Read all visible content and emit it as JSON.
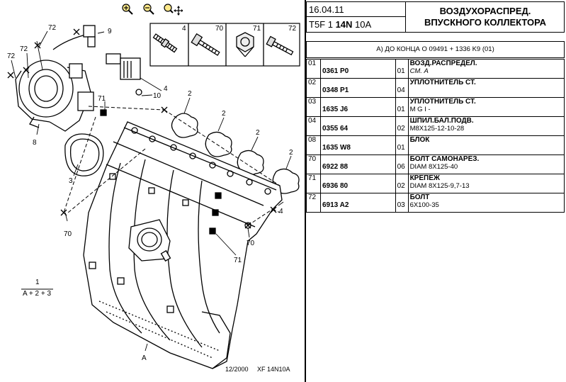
{
  "toolbar": {
    "zoom_in_icon": "zoom-in-icon",
    "zoom_out_icon": "zoom-out-icon",
    "pan_zoom_icon": "pan-zoom-icon"
  },
  "header": {
    "date": "16.04.11",
    "model_prefix": "T5F 1 ",
    "model_bold": "14N",
    "model_suffix": " 10A",
    "title_line1": "ВОЗДУХОРАСПРЕД.",
    "title_line2": "ВПУСКНОГО КОЛЛЕКТОРА",
    "note": "A) ДО КОНЦА О 09491 + 1336 K9 (01)"
  },
  "parts": [
    {
      "num": "01",
      "ref": "0361 P0",
      "qty": "01",
      "title": "ВОЗД.РАСПРЕДЕЛ.",
      "spec": "СМ. А",
      "italic": true
    },
    {
      "num": "02",
      "ref": "0348 P1",
      "qty": "04",
      "title": "УПЛОТНИТЕЛЬ СТ.",
      "spec": "",
      "italic": false
    },
    {
      "num": "03",
      "ref": "1635 J6",
      "qty": "01",
      "title": "УПЛОТНИТЕЛЬ СТ.",
      "spec": "M G I -",
      "italic": false
    },
    {
      "num": "04",
      "ref": "0355 64",
      "qty": "02",
      "title": "ШПИЛ.БАЛ.ПОДВ.",
      "spec": "M8X125-12-10-28",
      "italic": false
    },
    {
      "num": "08",
      "ref": "1635 W8",
      "qty": "01",
      "title": "БЛОК",
      "spec": "",
      "italic": false
    },
    {
      "num": "70",
      "ref": "6922 88",
      "qty": "06",
      "title": "БОЛТ САМОНАРЕЗ.",
      "spec": "DIAM 8X125-40",
      "italic": false
    },
    {
      "num": "71",
      "ref": "6936 80",
      "qty": "02",
      "title": "КРЕПЕЖ",
      "spec": "DIAM 8X125-9,7-13",
      "italic": false
    },
    {
      "num": "72",
      "ref": "6913 A2",
      "qty": "03",
      "title": "БОЛТ",
      "spec": "6X100-35",
      "italic": false
    }
  ],
  "diagram": {
    "inset_labels": [
      "4",
      "70",
      "71",
      "72"
    ],
    "callouts": {
      "c72a": "72",
      "c9": "9",
      "c72b": "72",
      "c72c": "72",
      "c10": "10",
      "c4a": "4",
      "c71a": "71",
      "c2a": "2",
      "c2b": "2",
      "c2c": "2",
      "c2d": "2",
      "c8": "8",
      "c3": "3",
      "c70a": "70",
      "c4b": "4",
      "c70b": "70",
      "c71b": "71",
      "cA": "A"
    },
    "legend_top": "1",
    "legend_bottom": "A + 2 + 3",
    "footer_date": "12/2000",
    "footer_code": "XF 14N10A"
  }
}
